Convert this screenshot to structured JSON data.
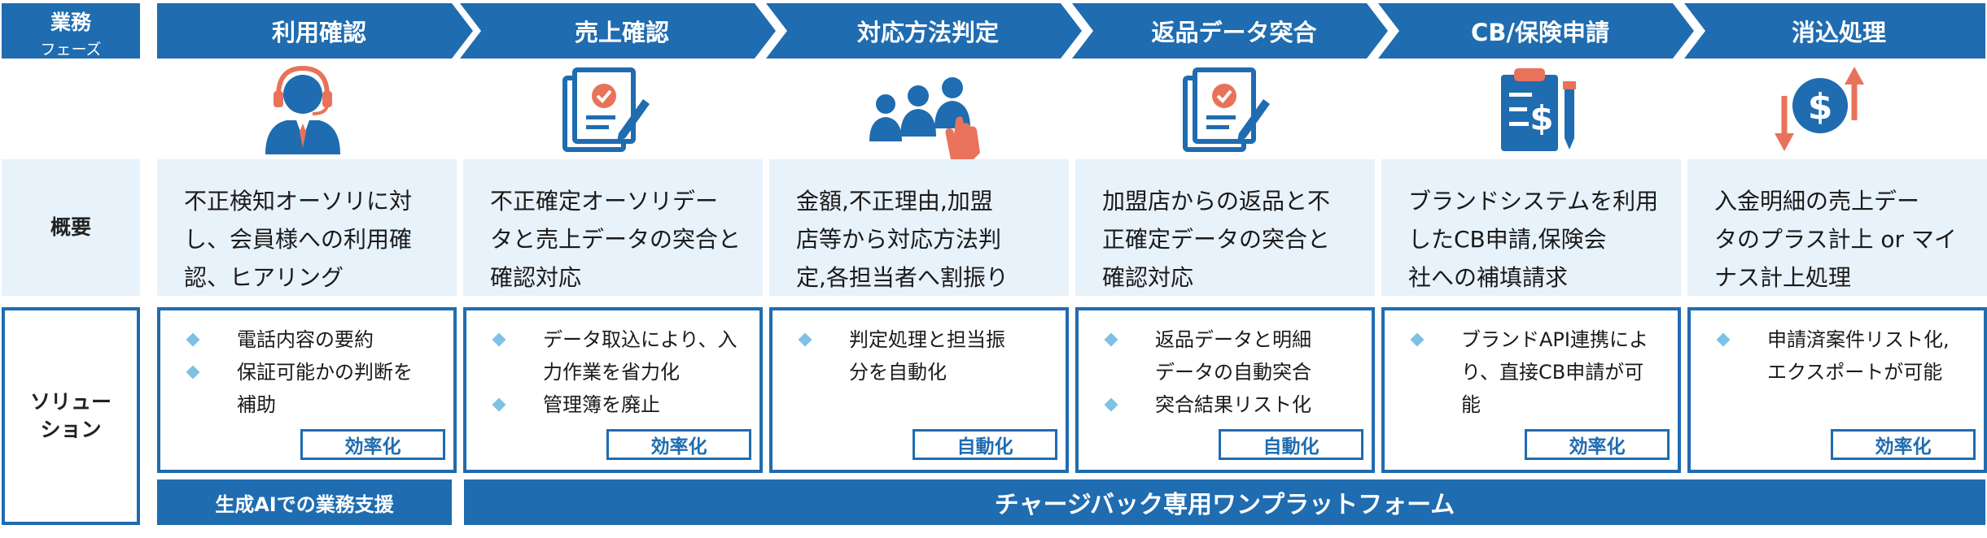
{
  "labels": {
    "phase_main": "業務",
    "phase_sub": "フェーズ",
    "overview": "概要",
    "solution_line1": "ソリュー",
    "solution_line2": "ション"
  },
  "phases": [
    {
      "title": "利用確認",
      "icon": "headset-operator-icon",
      "overview": [
        "不正検知オーソリに対",
        "し、会員様への利用確",
        "認、ヒアリング"
      ],
      "bullets": [
        [
          "電話内容の要約"
        ],
        [
          "保証可能かの判断を",
          "補助"
        ]
      ],
      "tag": "効率化"
    },
    {
      "title": "売上確認",
      "icon": "document-check-icon",
      "overview": [
        "不正確定オーソリデー",
        "タと売上データの突合と",
        "確認対応"
      ],
      "bullets": [
        [
          "データ取込により、入",
          "力作業を省力化"
        ],
        [
          "管理簿を廃止"
        ]
      ],
      "tag": "効率化"
    },
    {
      "title": "対応方法判定",
      "icon": "team-select-icon",
      "overview": [
        "金額,不正理由,加盟",
        "店等から対応方法判",
        "定,各担当者へ割振り"
      ],
      "bullets": [
        [
          "判定処理と担当振",
          "分を自動化"
        ]
      ],
      "tag": "自動化"
    },
    {
      "title": "返品データ突合",
      "icon": "document-check-icon",
      "overview": [
        "加盟店からの返品と不",
        "正確定データの突合と",
        "確認対応"
      ],
      "bullets": [
        [
          "返品データと明細",
          "データの自動突合"
        ],
        [
          "突合結果リスト化"
        ]
      ],
      "tag": "自動化"
    },
    {
      "title": "CB/保険申請",
      "icon": "invoice-clipboard-icon",
      "overview": [
        "ブランドシステムを利用",
        "したCB申請,保険会",
        "社への補填請求"
      ],
      "bullets": [
        [
          "ブランドAPI連携によ",
          "り、直接CB申請が可",
          "能"
        ]
      ],
      "tag": "効率化"
    },
    {
      "title": "消込処理",
      "icon": "dollar-exchange-icon",
      "overview": [
        "入金明細の売上デー",
        "タのプラス計上 or マイ",
        "ナス計上処理"
      ],
      "bullets": [
        [
          "申請済案件リスト化,",
          "エクスポートが可能"
        ]
      ],
      "tag": "効率化"
    }
  ],
  "bottom": {
    "ai_support": "生成AIでの業務支援",
    "platform": "チャージバック専用ワンプラットフォーム"
  },
  "colors": {
    "brand_blue": "#1f6cb0",
    "light_blue_bg": "#e8f2fb",
    "bullet": "#7fc0e6",
    "accent_orange": "#e8735a"
  }
}
